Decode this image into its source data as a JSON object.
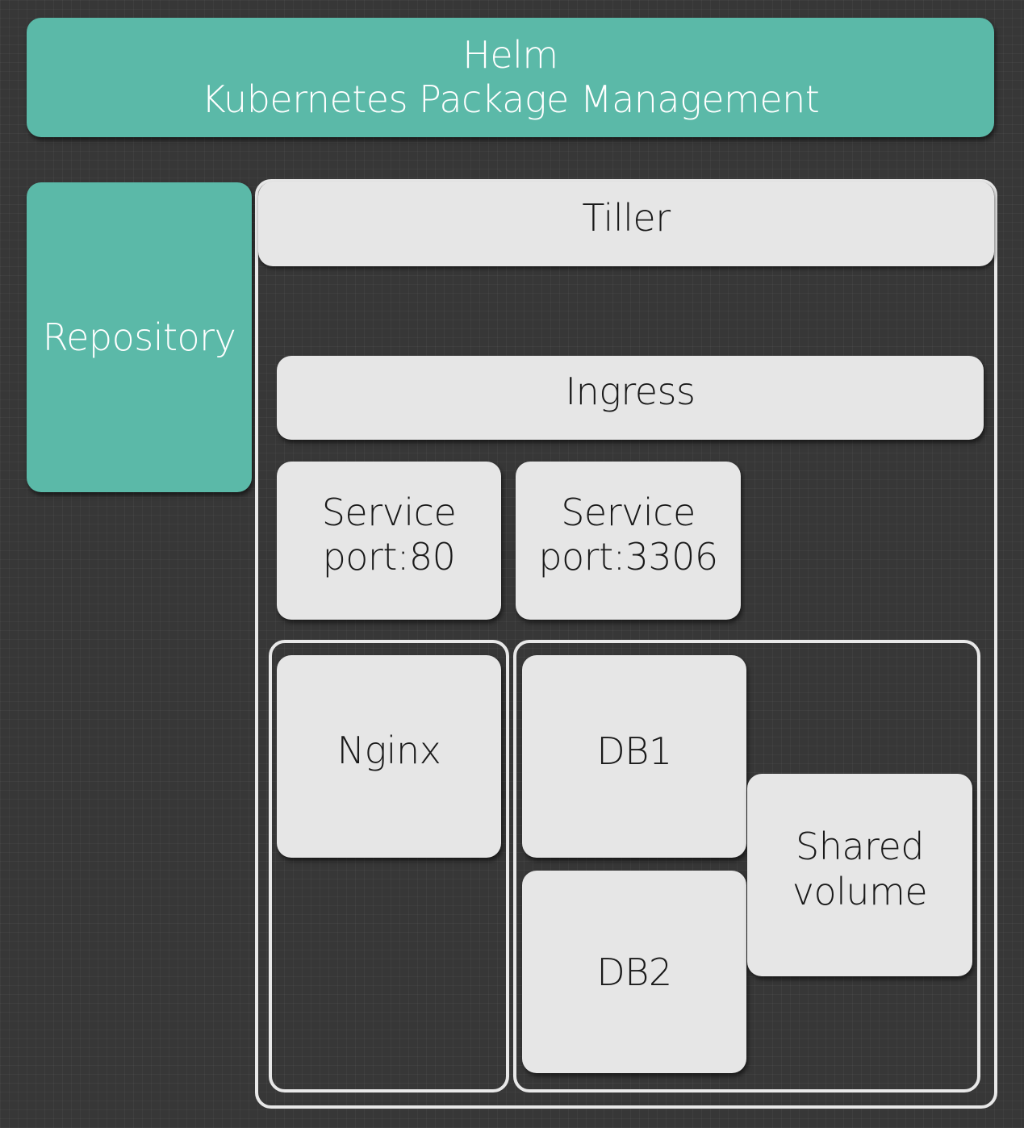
{
  "helm": {
    "line1": "Helm",
    "line2": "Kubernetes Package Management"
  },
  "repository": {
    "label": "Repository"
  },
  "tiller": {
    "label": "Tiller"
  },
  "ingress": {
    "label": "Ingress"
  },
  "services": [
    {
      "line1": "Service",
      "line2": "port:80"
    },
    {
      "line1": "Service",
      "line2": "port:3306"
    }
  ],
  "pods": {
    "nginx": "Nginx",
    "db1": "DB1",
    "db2": "DB2",
    "shared_volume": {
      "line1": "Shared",
      "line2": "volume"
    }
  },
  "colors": {
    "background": "#373737",
    "teal": "#5bb9a8",
    "light_box": "#e6e6e6",
    "frame_border": "#e8e8e8"
  }
}
